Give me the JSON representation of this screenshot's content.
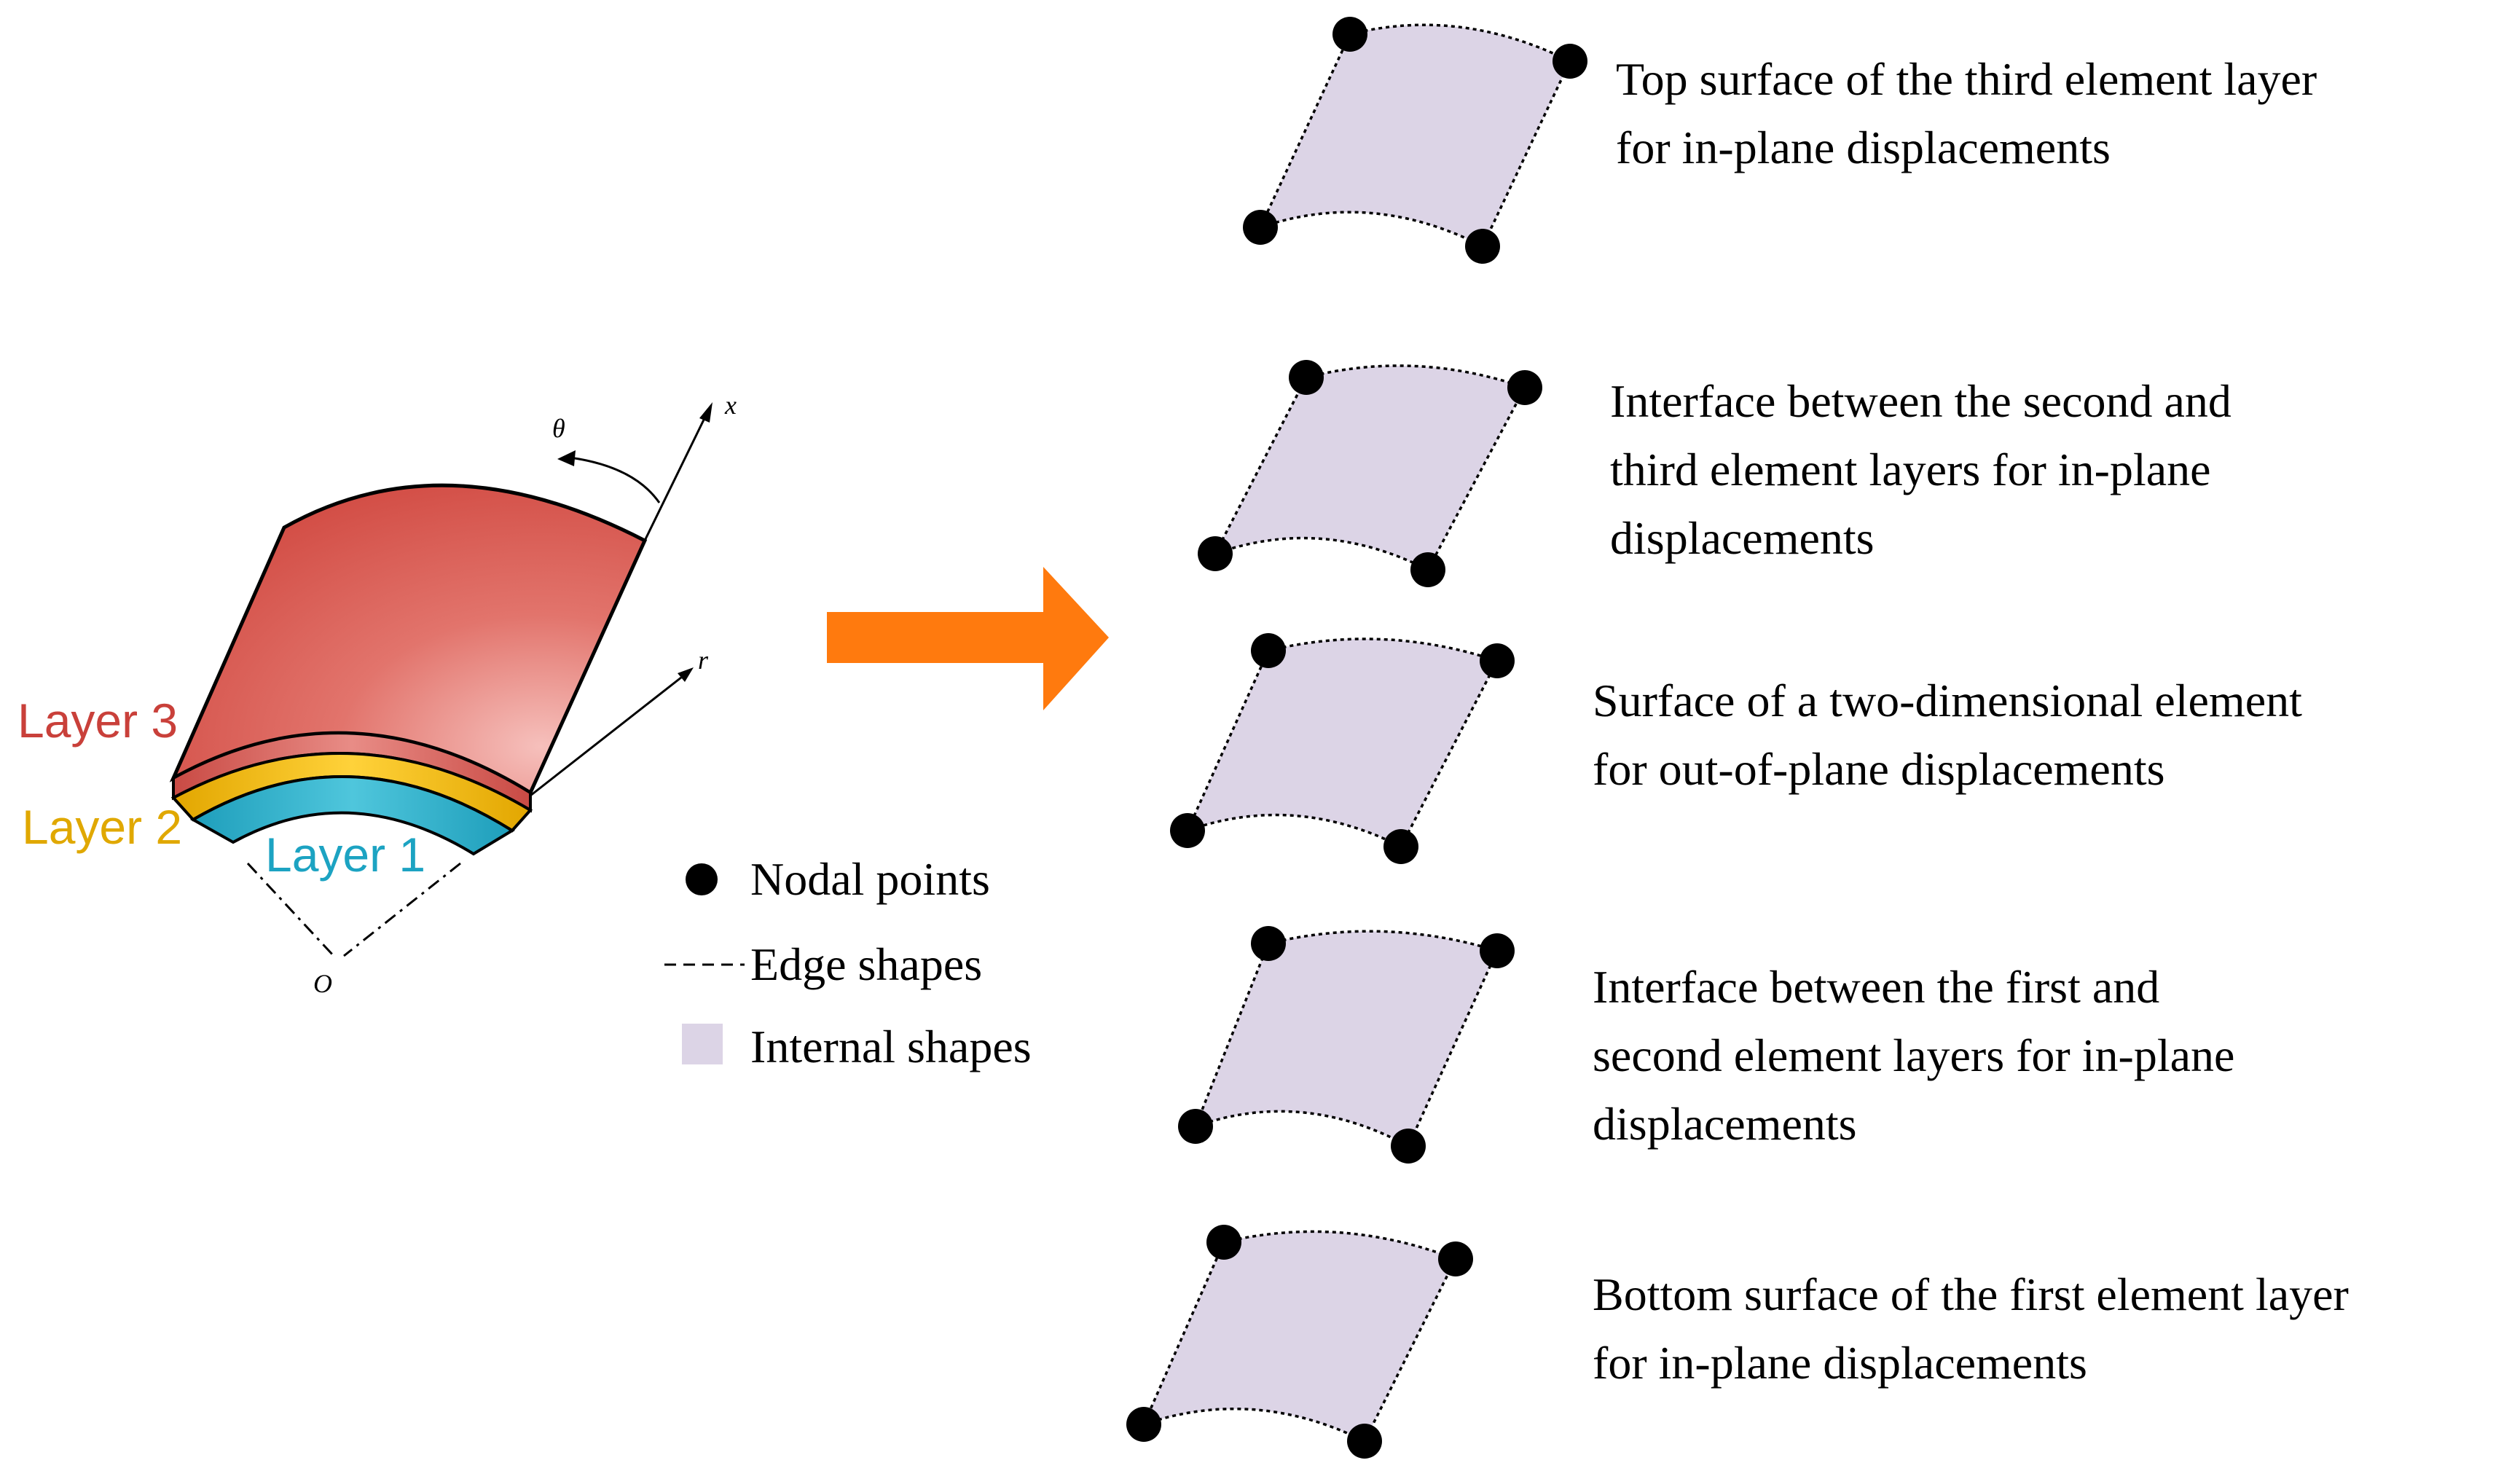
{
  "layers": {
    "layer3": {
      "label": "Layer 3",
      "color": "#C9403A"
    },
    "layer2": {
      "label": "Layer 2",
      "color": "#E0A800"
    },
    "layer1": {
      "label": "Layer 1",
      "color": "#1CA3C2"
    }
  },
  "axes": {
    "x": "x",
    "r": "r",
    "theta": "θ",
    "origin": "O"
  },
  "colors": {
    "arrow": "#FF7A0E",
    "internal_shape_fill": "#DCD4E6",
    "node": "#000000"
  },
  "legend": {
    "nodal_points": "Nodal points",
    "edge_shapes": "Edge shapes",
    "internal_shapes": "Internal shapes"
  },
  "elements": [
    {
      "line1": "Top surface of the third element layer",
      "line2": "for in-plane displacements",
      "line3": ""
    },
    {
      "line1": "Interface between the second and",
      "line2": "third element layers for in-plane",
      "line3": "displacements"
    },
    {
      "line1": "Surface of a two-dimensional element",
      "line2": "for out-of-plane displacements",
      "line3": ""
    },
    {
      "line1": "Interface between the first and",
      "line2": "second element layers for in-plane",
      "line3": "displacements"
    },
    {
      "line1": "Bottom surface of the first element layer",
      "line2": "for in-plane displacements",
      "line3": ""
    }
  ]
}
